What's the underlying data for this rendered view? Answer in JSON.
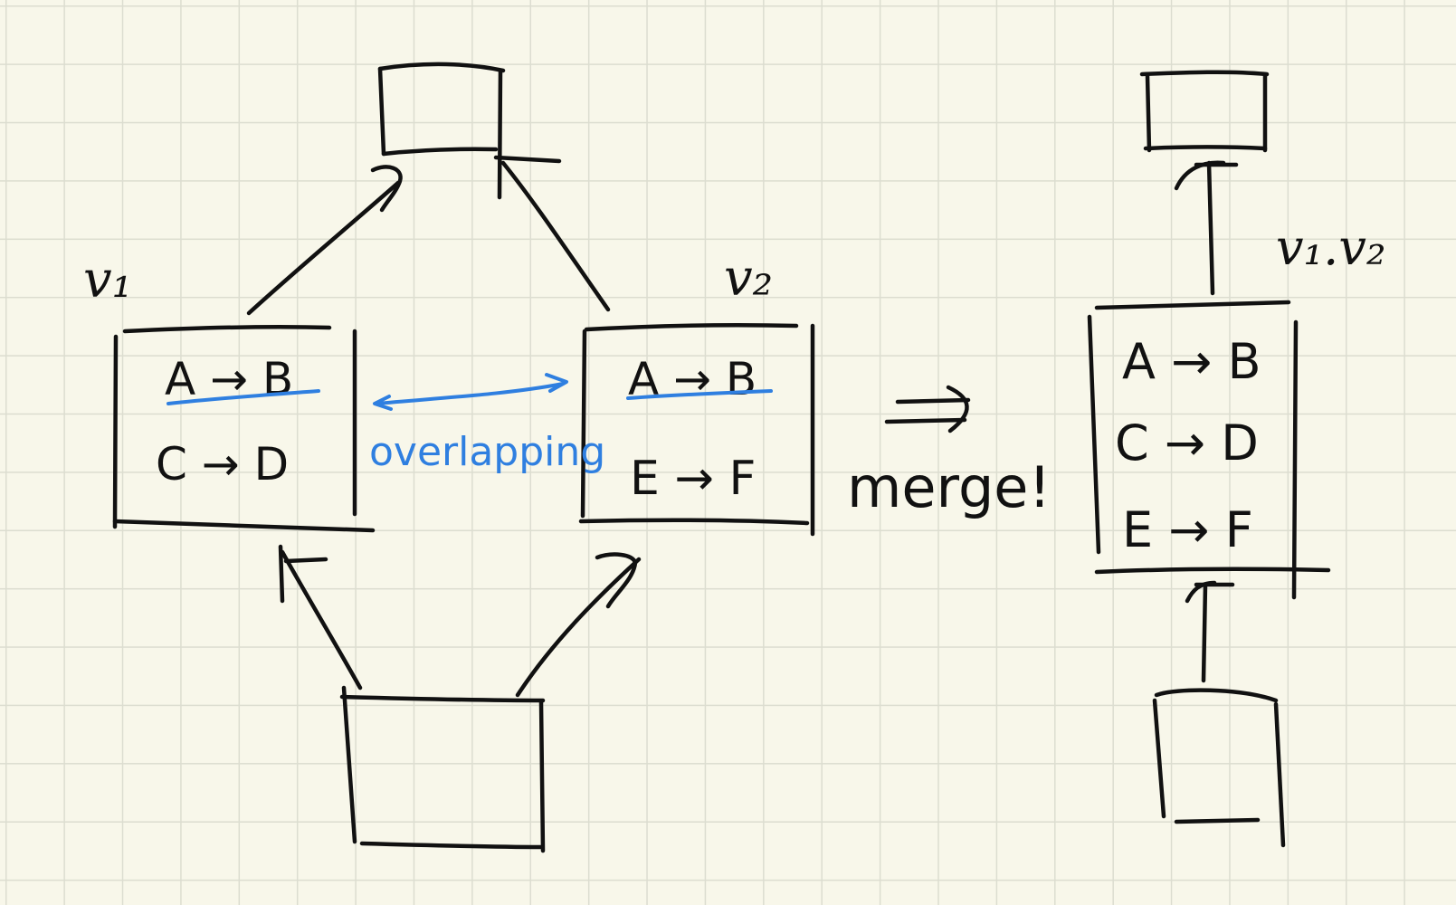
{
  "colors": {
    "paper": "#f8f7ea",
    "grid": "#dcddd0",
    "ink": "#111111",
    "highlight": "#2f7fe0"
  },
  "left": {
    "v1_label": "v₁",
    "v2_label": "v₂",
    "v1_rules": [
      "A → B",
      "C → D"
    ],
    "v2_rules": [
      "A → B",
      "E → F"
    ],
    "overlap_label": "overlapping"
  },
  "operation": {
    "arrow": "⟹",
    "label": "merge!"
  },
  "right": {
    "merged_label": "v₁.v₂",
    "merged_rules": [
      "A → B",
      "C → D",
      "E → F"
    ]
  }
}
